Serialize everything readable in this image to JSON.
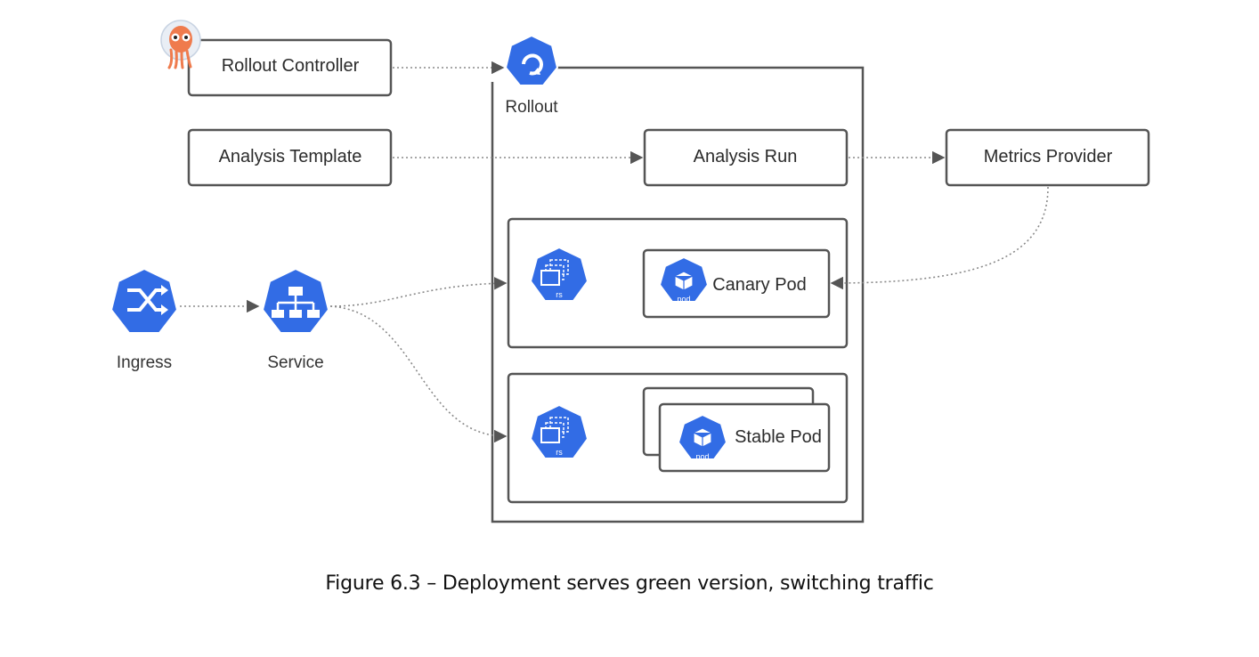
{
  "nodes": {
    "rollout_controller": "Rollout Controller",
    "analysis_template": "Analysis Template",
    "analysis_run": "Analysis Run",
    "metrics_provider": "Metrics Provider",
    "rollout": "Rollout",
    "canary_pod": "Canary Pod",
    "stable_pod": "Stable Pod",
    "ingress": "Ingress",
    "service": "Service"
  },
  "icon_text": {
    "rs": "rs",
    "pod": "pod"
  },
  "caption": "Figure 6.3 – Deployment serves green version, switching traffic",
  "colors": {
    "k8s_blue": "#326ce5",
    "border": "#555555",
    "connector": "#8a8a8a"
  }
}
